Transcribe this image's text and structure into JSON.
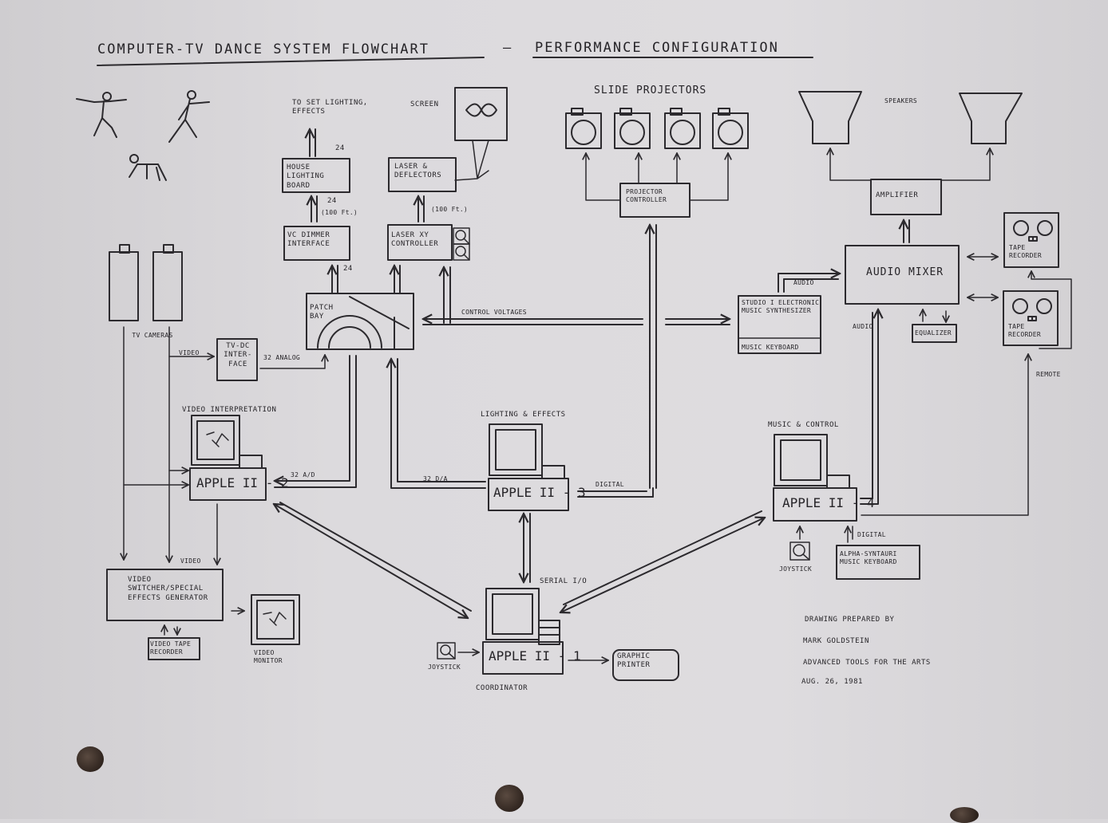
{
  "title": {
    "left": "COMPUTER-TV DANCE SYSTEM FLOWCHART",
    "dash": "—",
    "right": "PERFORMANCE CONFIGURATION"
  },
  "lighting": {
    "to_set": "TO SET LIGHTING, EFFECTS",
    "count_top": "24",
    "house_board": "HOUSE LIGHTING BOARD",
    "count_mid": "24",
    "length_mid": "(100 Ft.)",
    "vc_dimmer": "VC DIMMER INTERFACE",
    "count_low": "24"
  },
  "laser": {
    "screen": "SCREEN",
    "deflectors": "LASER & DEFLECTORS",
    "length": "(100 Ft.)",
    "controller": "LASER XY CONTROLLER"
  },
  "slides": {
    "title": "SLIDE PROJECTORS",
    "controller": "PROJECTOR CONTROLLER"
  },
  "audio": {
    "speakers": "SPEAKERS",
    "amplifier": "AMPLIFIER",
    "mixer": "AUDIO MIXER",
    "tape1": "TAPE RECORDER",
    "tape2": "TAPE RECORDER",
    "equalizer": "EQUALIZER",
    "audio_in": "AUDIO",
    "audio_side": "AUDIO",
    "remote": "REMOTE"
  },
  "synth": {
    "name": "STUDIO I ELECTRONIC MUSIC SYNTHESIZER",
    "keyboard": "MUSIC KEYBOARD"
  },
  "patch": {
    "label": "PATCH BAY",
    "control_voltages": "CONTROL VOLTAGES"
  },
  "cameras": {
    "label": "TV CAMERAS",
    "video": "VIDEO",
    "tvdc": "TV-DC INTER-FACE",
    "analog": "32 ANALOG"
  },
  "computers": {
    "vi_title": "VIDEO INTERPRETATION",
    "a2": "APPLE II - 2",
    "ad": "32 A/D",
    "le_title": "LIGHTING & EFFECTS",
    "a3": "APPLE II - 3",
    "da": "32 D/A",
    "digital": "DIGITAL",
    "mc_title": "MUSIC & CONTROL",
    "a4": "APPLE II - 4",
    "a1": "APPLE II - 1",
    "serial": "SERIAL I/O",
    "coordinator": "COORDINATOR"
  },
  "peripherals": {
    "video_out": "VIDEO",
    "switcher": "VIDEO SWITCHER/SPECIAL EFFECTS GENERATOR",
    "vtr": "VIDEO TAPE RECORDER",
    "monitor": "VIDEO MONITOR",
    "joystick1": "JOYSTICK",
    "printer": "GRAPHIC PRINTER",
    "joystick4": "JOYSTICK",
    "digital4": "DIGITAL",
    "alpha": "ALPHA-SYNTAURI MUSIC KEYBOARD"
  },
  "credits": {
    "line1": "DRAWING PREPARED BY",
    "line2": "MARK GOLDSTEIN",
    "line3": "ADVANCED TOOLS FOR THE ARTS",
    "line4": "AUG. 26, 1981"
  },
  "colors": {
    "paper": "#dcdadd",
    "ink": "#2c2a2e"
  }
}
